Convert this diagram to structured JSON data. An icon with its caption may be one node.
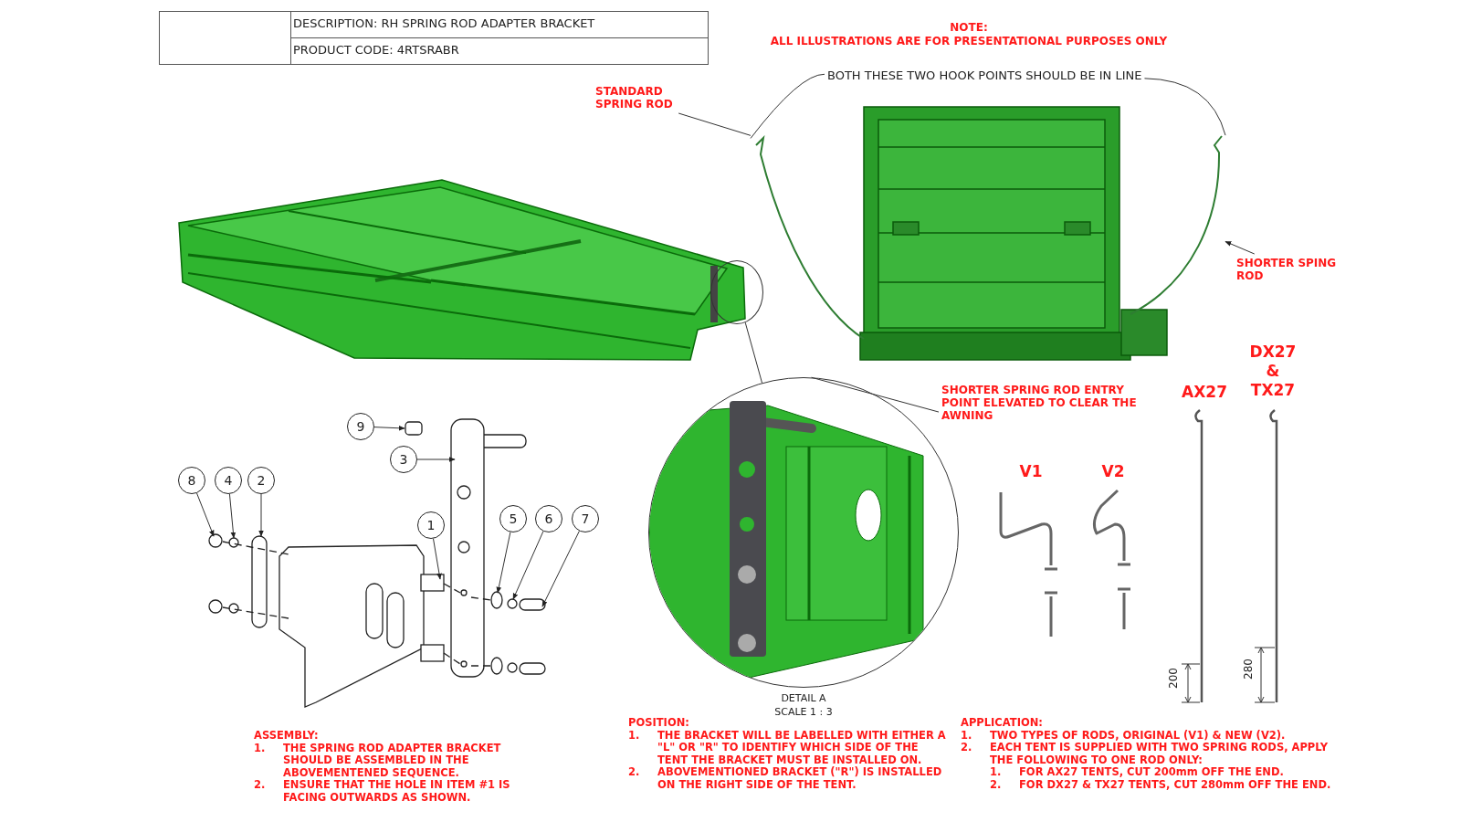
{
  "diagram": {
    "nodes": [
      {
        "text": [],
        "shape": "circle"
      },
      {
        "text": [],
        "shape": "circle",
        "beside": [
          "DETAIL A",
          "SCALE 1 : 3"
        ]
      },
      {
        "text": [
          "STANDARD SPRING ROD"
        ]
      },
      {
        "text": [
          "BOTH THESE TWO HOOK POINTS SHOULD BE IN LINE"
        ]
      },
      {
        "text": [
          "SHORTER SPING ROD"
        ]
      },
      {
        "text": [
          "SHORTER SPRING ROD ENTRY POINT ELEVATED TO CLEAR THE AWNING"
        ]
      },
      {
        "text": [
          "9"
        ]
      },
      {
        "text": [
          "3"
        ]
      },
      {
        "text": [
          "8"
        ]
      },
      {
        "text": [
          "4"
        ]
      },
      {
        "text": [
          "2"
        ]
      },
      {
        "text": [
          "5"
        ]
      },
      {
        "text": [
          "6"
        ]
      },
      {
        "text": [
          "7"
        ]
      },
      {
        "text": [
          "1"
        ]
      },
      {
        "text": [],
        "shape": "picture"
      },
      {
        "text": [],
        "shape": "picture"
      },
      {
        "text": [],
        "shape": "box"
      }
    ],
    "edges": [
      {
        "from": 0,
        "to": 1,
        "arrow": "none"
      },
      {
        "from": 2,
        "to": 15,
        "arrow": "none"
      },
      {
        "from": 3,
        "to": 15,
        "arrow": "none"
      },
      {
        "from": 3,
        "to": 16,
        "arrow": "none"
      },
      {
        "from": 4,
        "to": 16,
        "arrow": "to"
      },
      {
        "from": 5,
        "to": 1,
        "arrow": "none"
      },
      {
        "from": 6,
        "to": 17,
        "arrow": "to"
      },
      {
        "from": 7,
        "to": null,
        "arrow": "to"
      },
      {
        "from": 8,
        "to": null,
        "arrow": "to"
      },
      {
        "from": 9,
        "to": null,
        "arrow": "to"
      },
      {
        "from": 10,
        "to": null,
        "arrow": "to"
      },
      {
        "from": 11,
        "to": null,
        "arrow": "to"
      },
      {
        "from": 12,
        "to": null,
        "arrow": "to"
      },
      {
        "from": 13,
        "to": null,
        "arrow": "to"
      },
      {
        "from": 14,
        "to": null,
        "arrow": "to"
      }
    ],
    "labels": [
      "DESCRIPTION: RH SPRING ROD ADAPTER BRACKET",
      "PRODUCT CODE: 4RTSRABR",
      "NOTE:",
      "ALL ILLUSTRATIONS ARE FOR PRESENTATIONAL PURPOSES ONLY",
      "V1",
      "V2",
      "AX27",
      "DX27 & TX27",
      "200",
      "280",
      "ASSEMBLY:",
      "1.",
      "THE SPRING ROD ADAPTER BRACKET SHOULD BE ASSEMBLED IN THE ABOVEMENTENED SEQUENCE.",
      "2.",
      "ENSURE THAT THE HOLE IN ITEM #1 IS FACING OUTWARDS AS SHOWN.",
      "POSITION:",
      "1.",
      "THE BRACKET WILL BE LABELLED WITH EITHER A \"L\" OR \"R\" TO IDENTIFY WHICH SIDE OF THE TENT THE BRACKET MUST BE INSTALLED ON.",
      "2.",
      "ABOVEMENTIONED BRACKET (\"R\") IS INSTALLED ON THE RIGHT SIDE OF THE TENT.",
      "APPLICATION:",
      "1.",
      "TWO TYPES OF RODS, ORIGINAL (V1) & NEW (V2).",
      "2.",
      "EACH TENT IS SUPPLIED WITH TWO SPRING RODS, APPLY THE FOLLOWING TO ONE ROD ONLY:",
      "1.",
      "FOR AX27 TENTS, CUT 200mm OFF THE END.",
      "2.",
      "FOR DX27 & TX27 TENTS, CUT 280mm OFF THE END."
    ]
  }
}
